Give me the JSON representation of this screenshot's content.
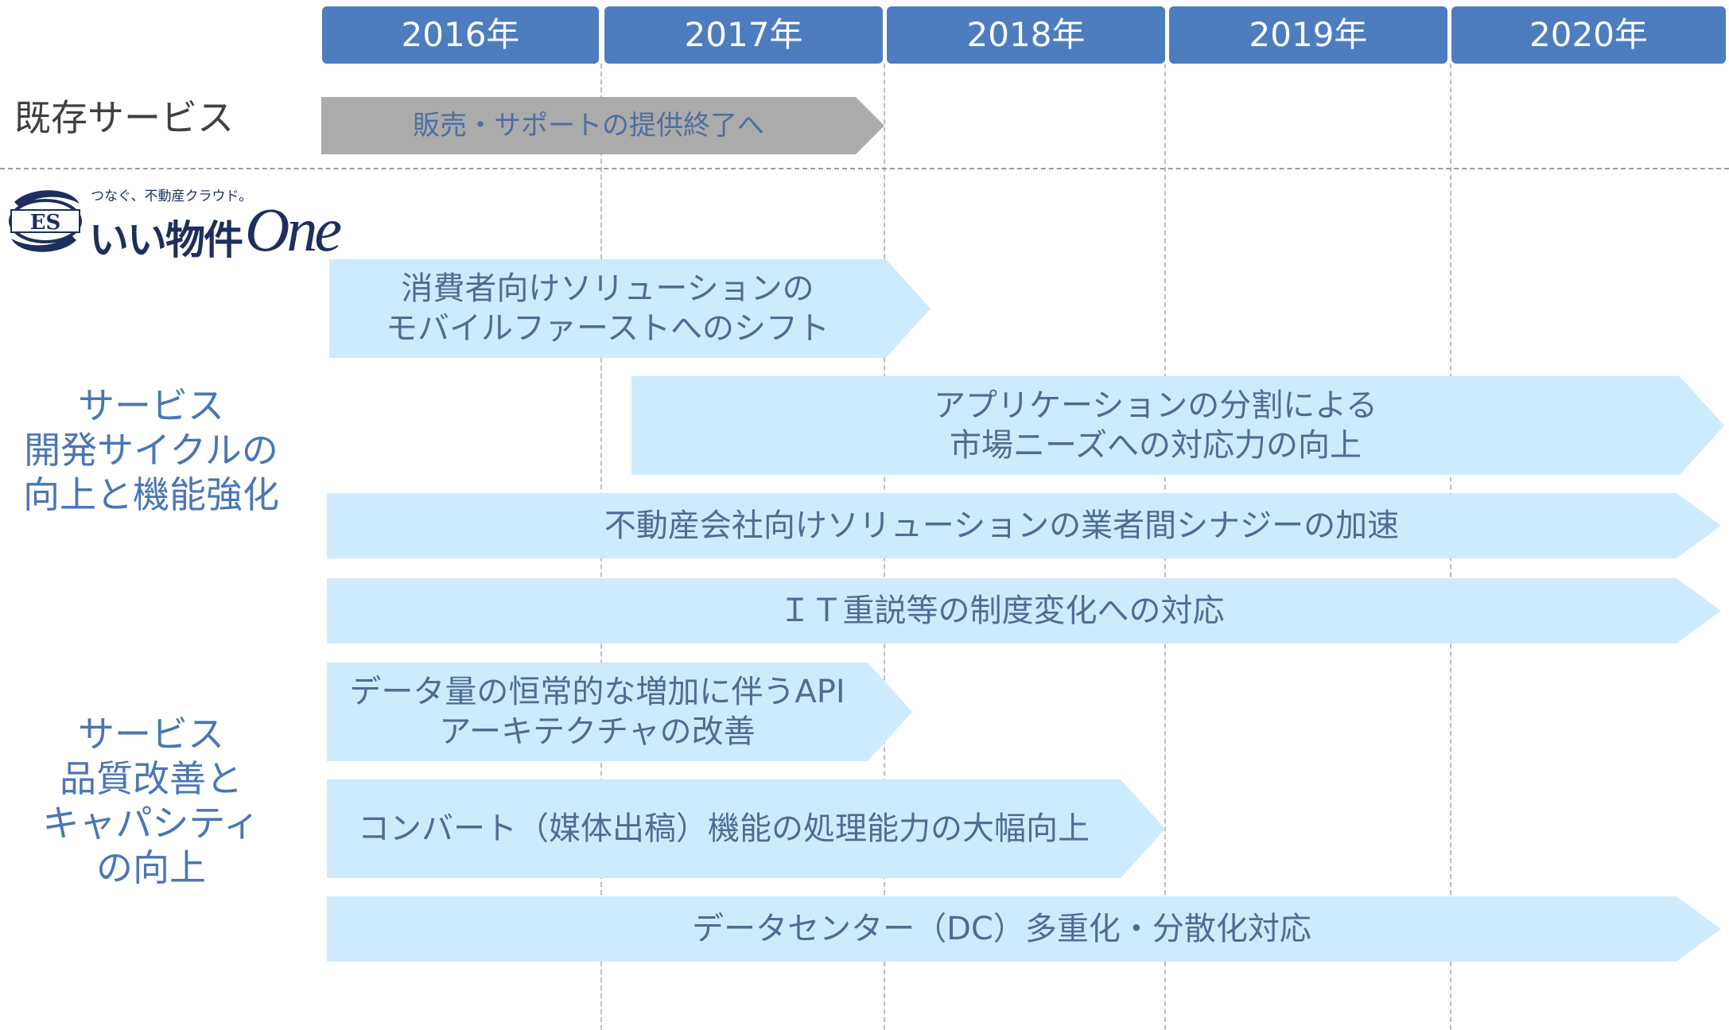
{
  "years": [
    "2016年",
    "2017年",
    "2018年",
    "2019年",
    "2020年"
  ],
  "existing_label": "既存サービス",
  "existing_bar": "販売・サポートの提供終了へ",
  "logo": {
    "tagline": "つなぐ、不動産クラウド。",
    "mark": "ES",
    "name": "いい物件",
    "name_suffix": "One"
  },
  "groups": {
    "dev": "サービス\n開発サイクルの\n向上と機能強化",
    "quality": "サービス\n品質改善と\nキャパシティ\nの向上"
  },
  "bars": {
    "mobile_first": "消費者向けソリューションの\nモバイルファーストへのシフト",
    "app_split": "アプリケーションの分割による\n市場ニーズへの対応力の向上",
    "synergy": "不動産会社向けソリューションの業者間シナジーの加速",
    "it_regulation": "ＩＴ重説等の制度変化への対応",
    "api": "データ量の恒常的な増加に伴うAPI\nアーキテクチャの改善",
    "convert": "コンバート（媒体出稿）機能の処理能力の大幅向上",
    "datacenter": "データセンター（DC）多重化・分散化対応"
  }
}
